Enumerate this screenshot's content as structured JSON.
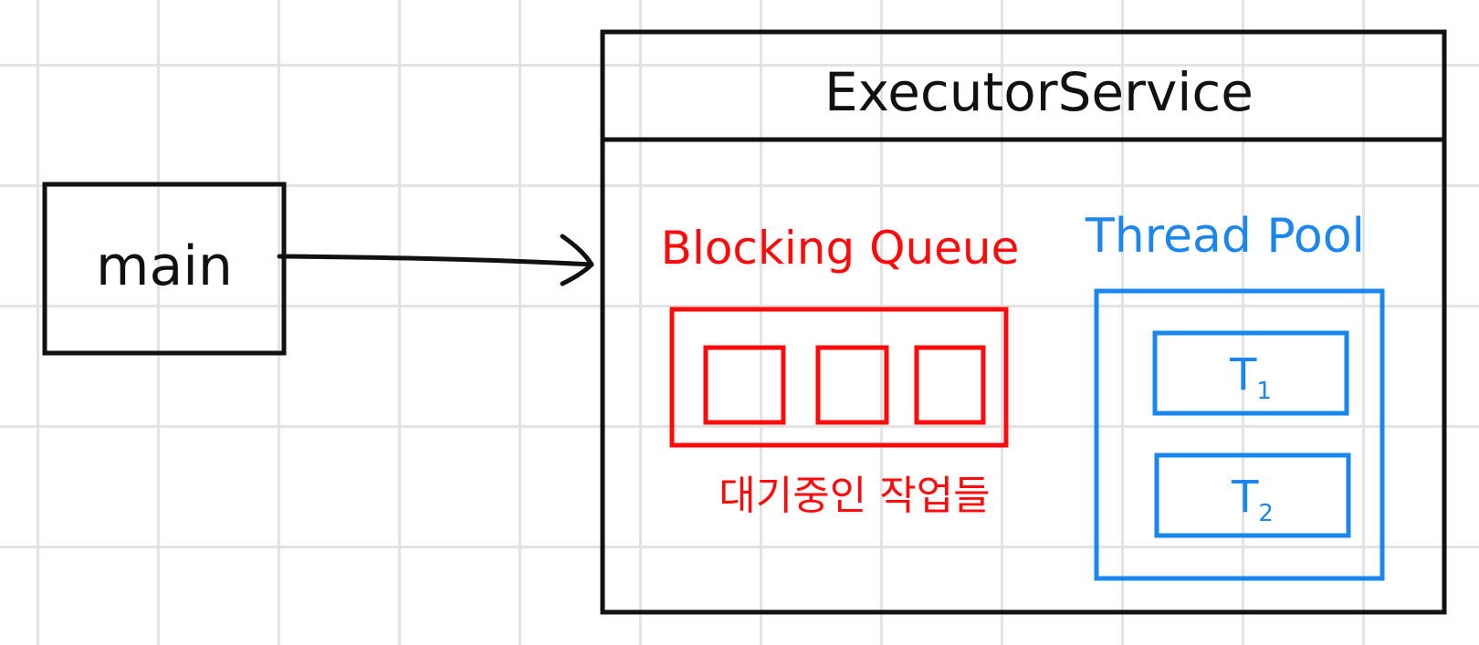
{
  "main_box": {
    "label": "main"
  },
  "executor": {
    "title": "ExecutorService"
  },
  "queue": {
    "title": "Blocking Queue",
    "caption": "대기중인 작업들",
    "slots": 3
  },
  "pool": {
    "title": "Thread Pool",
    "threads": [
      {
        "name": "T",
        "sub": "1"
      },
      {
        "name": "T",
        "sub": "2"
      }
    ]
  },
  "colors": {
    "ink": "#111111",
    "queue": "#ff0a0a",
    "pool": "#1a86f0",
    "grid": "#e3e3e3"
  }
}
